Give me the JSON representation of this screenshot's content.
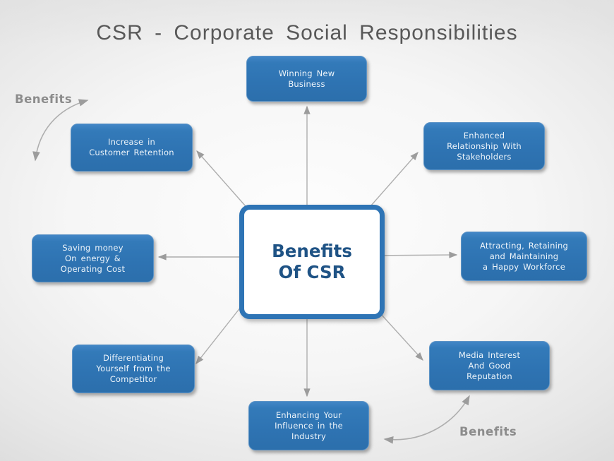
{
  "title": "CSR - Corporate Social Responsibilities",
  "center_node": {
    "label": "Benefits\nOf CSR"
  },
  "nodes": [
    {
      "id": "winning-new-business",
      "label": "Winning New\nBusiness"
    },
    {
      "id": "increase-in-customer-retention",
      "label": "Increase in\nCustomer Retention"
    },
    {
      "id": "enhanced-relationship-with-stakeholders",
      "label": "Enhanced\nRelationship With\nStakeholders"
    },
    {
      "id": "saving-money-on-energy-operating-cost",
      "label": "Saving money\nOn energy &\nOperating Cost"
    },
    {
      "id": "attracting-retaining-happy-workforce",
      "label": "Attracting, Retaining\nand Maintaining\na Happy Workforce"
    },
    {
      "id": "differentiating-yourself-from-competitor",
      "label": "Differentiating\nYourself from the\nCompetitor"
    },
    {
      "id": "media-interest-and-good-reputation",
      "label": "Media Interest\nAnd Good\nReputation"
    },
    {
      "id": "enhancing-your-influence-in-industry",
      "label": "Enhancing Your\nInfluence in the\nIndustry"
    }
  ],
  "annotations": {
    "benefits_top_left": "Benefits",
    "benefits_bottom_right": "Benefits"
  },
  "colors": {
    "node_fill": "#2E73B2",
    "node_text": "#EDF4FA",
    "center_border": "#2E74B5",
    "center_text": "#1F5385",
    "arrow": "#A9A9A9",
    "title_text": "#585858",
    "benefits_label": "#8C8C8C"
  }
}
